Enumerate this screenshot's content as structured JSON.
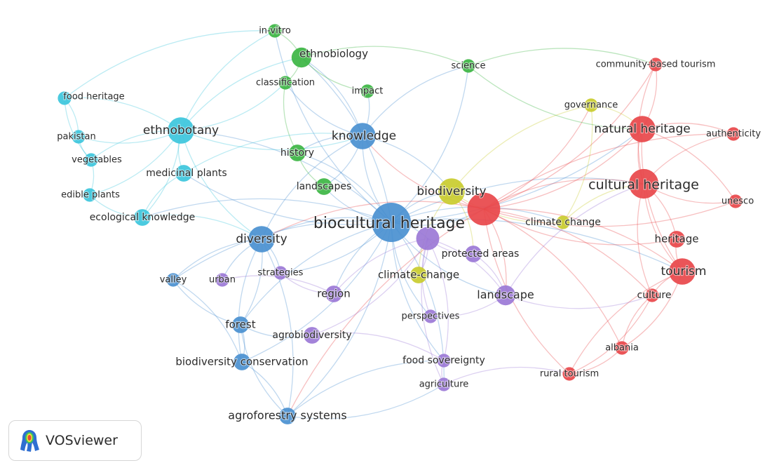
{
  "colors": {
    "red": "#e8474a",
    "green": "#3cb543",
    "blue": "#4a90d0",
    "yellow": "#c9cc2e",
    "purple": "#9b78d6",
    "cyan": "#3cc6dc"
  },
  "network": {
    "nodes": [
      {
        "id": "biocultural-heritage",
        "label": "biocultural heritage",
        "cluster": "blue",
        "weight": 10
      },
      {
        "id": "ethnobotany",
        "label": "ethnobotany",
        "cluster": "cyan",
        "weight": 6
      },
      {
        "id": "knowledge",
        "label": "knowledge",
        "cluster": "blue",
        "weight": 6
      },
      {
        "id": "diversity",
        "label": "diversity",
        "cluster": "blue",
        "weight": 6
      },
      {
        "id": "biodiversity",
        "label": "biodiversity",
        "cluster": "yellow",
        "weight": 6
      },
      {
        "id": "natural-heritage",
        "label": "natural heritage",
        "cluster": "red",
        "weight": 6
      },
      {
        "id": "cultural-heritage",
        "label": "cultural heritage",
        "cluster": "red",
        "weight": 7
      },
      {
        "id": "tourism",
        "label": "tourism",
        "cluster": "red",
        "weight": 6
      },
      {
        "id": "ethnobiology",
        "label": "ethnobiology",
        "cluster": "green",
        "weight": 4
      },
      {
        "id": "in-vitro",
        "label": "in-vitro",
        "cluster": "green",
        "weight": 2
      },
      {
        "id": "classification",
        "label": "classification",
        "cluster": "green",
        "weight": 2
      },
      {
        "id": "impact",
        "label": "impact",
        "cluster": "green",
        "weight": 2
      },
      {
        "id": "science",
        "label": "science",
        "cluster": "green",
        "weight": 2
      },
      {
        "id": "history",
        "label": "history",
        "cluster": "green",
        "weight": 3
      },
      {
        "id": "landscapes",
        "label": "landscapes",
        "cluster": "green",
        "weight": 3
      },
      {
        "id": "food-heritage",
        "label": "food heritage",
        "cluster": "cyan",
        "weight": 2
      },
      {
        "id": "pakistan",
        "label": "pakistan",
        "cluster": "cyan",
        "weight": 2
      },
      {
        "id": "vegetables",
        "label": "vegetables",
        "cluster": "cyan",
        "weight": 2
      },
      {
        "id": "medicinal-plants",
        "label": "medicinal plants",
        "cluster": "cyan",
        "weight": 3
      },
      {
        "id": "edible-plants",
        "label": "edible plants",
        "cluster": "cyan",
        "weight": 2
      },
      {
        "id": "ecological-knowledge",
        "label": "ecological knowledge",
        "cluster": "cyan",
        "weight": 3
      },
      {
        "id": "community-based-tourism",
        "label": "community-based tourism",
        "cluster": "red",
        "weight": 2
      },
      {
        "id": "governance",
        "label": "governance",
        "cluster": "yellow",
        "weight": 2
      },
      {
        "id": "authenticity",
        "label": "authenticity",
        "cluster": "red",
        "weight": 2
      },
      {
        "id": "unesco",
        "label": "unesco",
        "cluster": "red",
        "weight": 2
      },
      {
        "id": "climate-change",
        "label": "climate change",
        "cluster": "yellow",
        "weight": 2
      },
      {
        "id": "heritage",
        "label": "heritage",
        "cluster": "red",
        "weight": 3
      },
      {
        "id": "culture",
        "label": "culture",
        "cluster": "red",
        "weight": 2
      },
      {
        "id": "protected-areas",
        "label": "protected areas",
        "cluster": "purple",
        "weight": 3
      },
      {
        "id": "climate-change-2",
        "label": "climate-change",
        "cluster": "yellow",
        "weight": 3
      },
      {
        "id": "landscape",
        "label": "landscape",
        "cluster": "purple",
        "weight": 4
      },
      {
        "id": "strategies",
        "label": "strategies",
        "cluster": "purple",
        "weight": 2
      },
      {
        "id": "valley",
        "label": "valley",
        "cluster": "blue",
        "weight": 2
      },
      {
        "id": "urban",
        "label": "urban",
        "cluster": "purple",
        "weight": 2
      },
      {
        "id": "region",
        "label": "region",
        "cluster": "purple",
        "weight": 3
      },
      {
        "id": "perspectives",
        "label": "perspectives",
        "cluster": "purple",
        "weight": 2
      },
      {
        "id": "forest",
        "label": "forest",
        "cluster": "blue",
        "weight": 3
      },
      {
        "id": "agrobiodiversity",
        "label": "agrobiodiversity",
        "cluster": "purple",
        "weight": 3
      },
      {
        "id": "biodiversity-conservation",
        "label": "biodiversity conservation",
        "cluster": "blue",
        "weight": 3
      },
      {
        "id": "food-sovereignty",
        "label": "food sovereignty",
        "cluster": "purple",
        "weight": 2
      },
      {
        "id": "agriculture",
        "label": "agriculture",
        "cluster": "purple",
        "weight": 2
      },
      {
        "id": "albania",
        "label": "albania",
        "cluster": "red",
        "weight": 2
      },
      {
        "id": "rural-tourism",
        "label": "rural tourism",
        "cluster": "red",
        "weight": 2
      },
      {
        "id": "agroforestry-systems",
        "label": "agroforestry systems",
        "cluster": "blue",
        "weight": 3
      },
      {
        "id": "red-hub",
        "label": "",
        "cluster": "red",
        "weight": 8
      },
      {
        "id": "purple-hub",
        "label": "",
        "cluster": "purple",
        "weight": 5
      }
    ],
    "edges": [
      [
        "biocultural-heritage",
        "red-hub"
      ],
      [
        "biocultural-heritage",
        "knowledge"
      ],
      [
        "biocultural-heritage",
        "diversity"
      ],
      [
        "biocultural-heritage",
        "biodiversity"
      ],
      [
        "biocultural-heritage",
        "ethnobotany"
      ],
      [
        "biocultural-heritage",
        "purple-hub"
      ],
      [
        "biocultural-heritage",
        "forest"
      ],
      [
        "biocultural-heritage",
        "agroforestry-systems"
      ],
      [
        "biocultural-heritage",
        "landscape"
      ],
      [
        "biocultural-heritage",
        "cultural-heritage"
      ],
      [
        "biocultural-heritage",
        "natural-heritage"
      ],
      [
        "biocultural-heritage",
        "tourism"
      ],
      [
        "biocultural-heritage",
        "ethnobiology"
      ],
      [
        "biocultural-heritage",
        "in-vitro"
      ],
      [
        "biocultural-heritage",
        "science"
      ],
      [
        "biocultural-heritage",
        "climate-change"
      ],
      [
        "biocultural-heritage",
        "region"
      ],
      [
        "biocultural-heritage",
        "biodiversity-conservation"
      ],
      [
        "biocultural-heritage",
        "food-sovereignty"
      ],
      [
        "biocultural-heritage",
        "agriculture"
      ],
      [
        "biocultural-heritage",
        "ecological-knowledge"
      ],
      [
        "biocultural-heritage",
        "medicinal-plants"
      ],
      [
        "biocultural-heritage",
        "history"
      ],
      [
        "biocultural-heritage",
        "landscapes"
      ],
      [
        "biocultural-heritage",
        "valley"
      ],
      [
        "biocultural-heritage",
        "strategies"
      ],
      [
        "biocultural-heritage",
        "perspectives"
      ],
      [
        "red-hub",
        "cultural-heritage"
      ],
      [
        "red-hub",
        "natural-heritage"
      ],
      [
        "red-hub",
        "tourism"
      ],
      [
        "red-hub",
        "heritage"
      ],
      [
        "red-hub",
        "culture"
      ],
      [
        "red-hub",
        "rural-tourism"
      ],
      [
        "red-hub",
        "albania"
      ],
      [
        "red-hub",
        "unesco"
      ],
      [
        "red-hub",
        "authenticity"
      ],
      [
        "red-hub",
        "community-based-tourism"
      ],
      [
        "red-hub",
        "landscape"
      ],
      [
        "red-hub",
        "governance"
      ],
      [
        "red-hub",
        "biodiversity"
      ],
      [
        "red-hub",
        "diversity"
      ],
      [
        "red-hub",
        "knowledge"
      ],
      [
        "red-hub",
        "agroforestry-systems"
      ],
      [
        "cultural-heritage",
        "natural-heritage"
      ],
      [
        "cultural-heritage",
        "tourism"
      ],
      [
        "cultural-heritage",
        "heritage"
      ],
      [
        "cultural-heritage",
        "unesco"
      ],
      [
        "cultural-heritage",
        "authenticity"
      ],
      [
        "cultural-heritage",
        "culture"
      ],
      [
        "cultural-heritage",
        "community-based-tourism"
      ],
      [
        "natural-heritage",
        "tourism"
      ],
      [
        "natural-heritage",
        "authenticity"
      ],
      [
        "natural-heritage",
        "community-based-tourism"
      ],
      [
        "natural-heritage",
        "unesco"
      ],
      [
        "tourism",
        "culture"
      ],
      [
        "tourism",
        "heritage"
      ],
      [
        "tourism",
        "rural-tourism"
      ],
      [
        "tourism",
        "albania"
      ],
      [
        "culture",
        "albania"
      ],
      [
        "culture",
        "rural-tourism"
      ],
      [
        "ethnobotany",
        "food-heritage"
      ],
      [
        "ethnobotany",
        "pakistan"
      ],
      [
        "ethnobotany",
        "vegetables"
      ],
      [
        "ethnobotany",
        "edible-plants"
      ],
      [
        "ethnobotany",
        "medicinal-plants"
      ],
      [
        "ethnobotany",
        "ecological-knowledge"
      ],
      [
        "ethnobotany",
        "knowledge"
      ],
      [
        "ethnobotany",
        "ethnobiology"
      ],
      [
        "ethnobotany",
        "diversity"
      ],
      [
        "ethnobotany",
        "in-vitro"
      ],
      [
        "ethnobotany",
        "classification"
      ],
      [
        "food-heritage",
        "pakistan"
      ],
      [
        "food-heritage",
        "vegetables"
      ],
      [
        "food-heritage",
        "in-vitro"
      ],
      [
        "pakistan",
        "vegetables"
      ],
      [
        "vegetables",
        "edible-plants"
      ],
      [
        "edible-plants",
        "ecological-knowledge"
      ],
      [
        "ecological-knowledge",
        "diversity"
      ],
      [
        "knowledge",
        "ethnobiology"
      ],
      [
        "knowledge",
        "classification"
      ],
      [
        "knowledge",
        "impact"
      ],
      [
        "knowledge",
        "science"
      ],
      [
        "knowledge",
        "history"
      ],
      [
        "knowledge",
        "landscapes"
      ],
      [
        "knowledge",
        "diversity"
      ],
      [
        "knowledge",
        "biodiversity"
      ],
      [
        "ethnobiology",
        "in-vitro"
      ],
      [
        "ethnobiology",
        "classification"
      ],
      [
        "ethnobiology",
        "impact"
      ],
      [
        "ethnobiology",
        "science"
      ],
      [
        "diversity",
        "valley"
      ],
      [
        "diversity",
        "forest"
      ],
      [
        "diversity",
        "urban"
      ],
      [
        "diversity",
        "strategies"
      ],
      [
        "diversity",
        "biodiversity-conservation"
      ],
      [
        "diversity",
        "agroforestry-systems"
      ],
      [
        "forest",
        "agrobiodiversity"
      ],
      [
        "forest",
        "biodiversity-conservation"
      ],
      [
        "forest",
        "agroforestry-systems"
      ],
      [
        "biodiversity-conservation",
        "agroforestry-systems"
      ],
      [
        "agroforestry-systems",
        "agriculture"
      ],
      [
        "agroforestry-systems",
        "food-sovereignty"
      ],
      [
        "purple-hub",
        "protected-areas"
      ],
      [
        "purple-hub",
        "landscape"
      ],
      [
        "purple-hub",
        "region"
      ],
      [
        "purple-hub",
        "agrobiodiversity"
      ],
      [
        "purple-hub",
        "perspectives"
      ],
      [
        "purple-hub",
        "food-sovereignty"
      ],
      [
        "purple-hub",
        "agriculture"
      ],
      [
        "purple-hub",
        "climate-change-2"
      ],
      [
        "biodiversity",
        "climate-change"
      ],
      [
        "biodiversity",
        "governance"
      ],
      [
        "biodiversity",
        "climate-change-2"
      ],
      [
        "biodiversity",
        "protected-areas"
      ],
      [
        "climate-change",
        "governance"
      ],
      [
        "climate-change",
        "cultural-heritage"
      ],
      [
        "landscape",
        "protected-areas"
      ],
      [
        "landscape",
        "cultural-heritage"
      ],
      [
        "landscape",
        "culture"
      ],
      [
        "region",
        "strategies"
      ],
      [
        "region",
        "urban"
      ],
      [
        "agrobiodiversity",
        "food-sovereignty"
      ],
      [
        "food-sovereignty",
        "agriculture"
      ],
      [
        "science",
        "community-based-tourism"
      ],
      [
        "science",
        "natural-heritage"
      ],
      [
        "governance",
        "natural-heritage"
      ],
      [
        "history",
        "landscapes"
      ],
      [
        "history",
        "classification"
      ],
      [
        "valley",
        "forest"
      ],
      [
        "valley",
        "biodiversity-conservation"
      ],
      [
        "medicinal-plants",
        "ecological-knowledge"
      ],
      [
        "medicinal-plants",
        "knowledge"
      ],
      [
        "rural-tourism",
        "albania"
      ],
      [
        "agriculture",
        "rural-tourism"
      ],
      [
        "perspectives",
        "landscape"
      ]
    ]
  },
  "logo": {
    "text": "VOSviewer"
  }
}
